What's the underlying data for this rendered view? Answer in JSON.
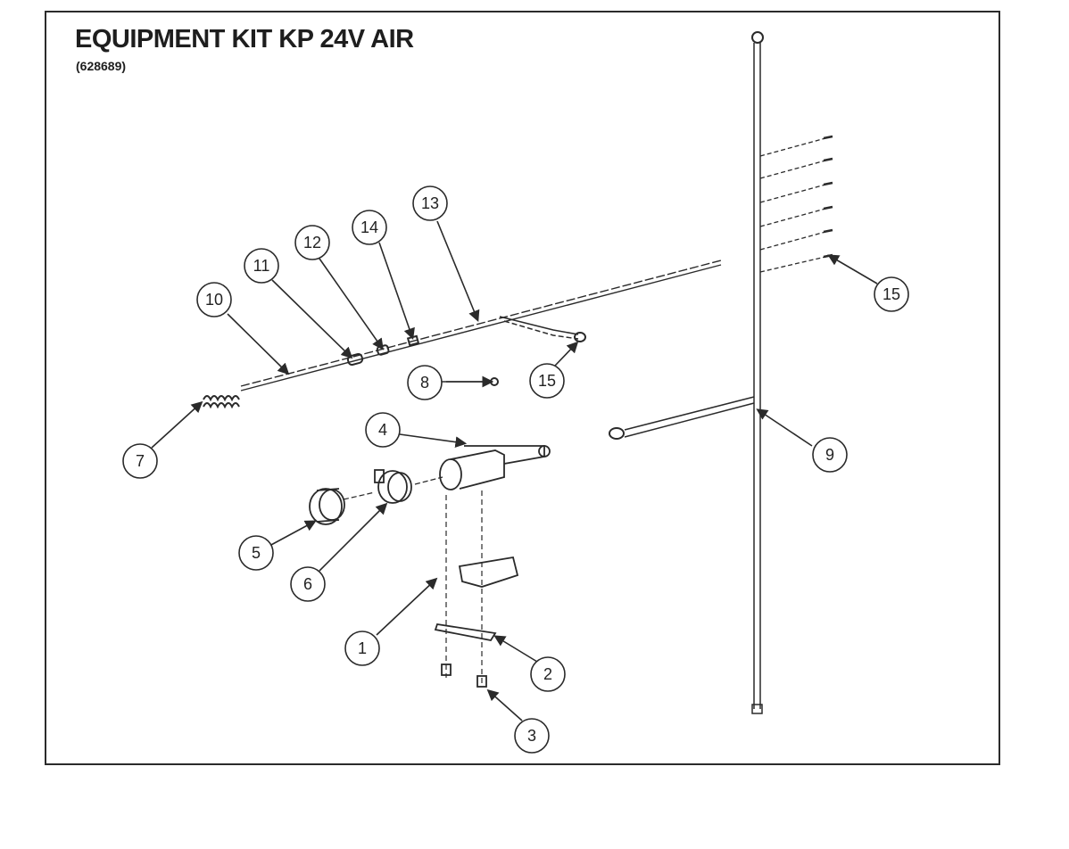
{
  "diagram": {
    "title": "EQUIPMENT KIT KP 24V AIR",
    "part_number": "(628689)"
  },
  "callouts": [
    {
      "id": "c1",
      "label": "1"
    },
    {
      "id": "c2",
      "label": "2"
    },
    {
      "id": "c3",
      "label": "3"
    },
    {
      "id": "c4",
      "label": "4"
    },
    {
      "id": "c5",
      "label": "5"
    },
    {
      "id": "c6",
      "label": "6"
    },
    {
      "id": "c7",
      "label": "7"
    },
    {
      "id": "c8",
      "label": "8"
    },
    {
      "id": "c9",
      "label": "9"
    },
    {
      "id": "c10",
      "label": "10"
    },
    {
      "id": "c11",
      "label": "11"
    },
    {
      "id": "c12",
      "label": "12"
    },
    {
      "id": "c13",
      "label": "13"
    },
    {
      "id": "c14",
      "label": "14"
    },
    {
      "id": "c15a",
      "label": "15"
    },
    {
      "id": "c15b",
      "label": "15"
    }
  ],
  "colors": {
    "line": "#2a2a2a",
    "background": "#ffffff"
  }
}
